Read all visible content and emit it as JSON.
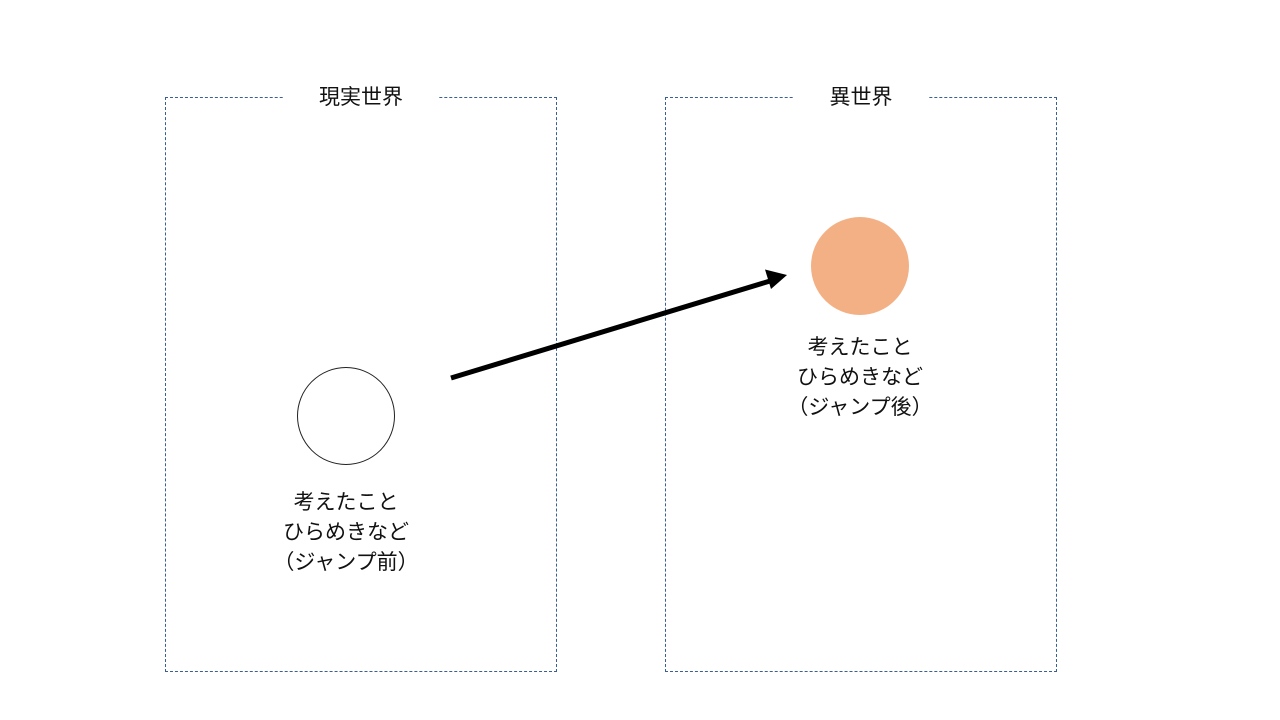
{
  "panels": {
    "real_world": {
      "title": "現実世界"
    },
    "other_world": {
      "title": "異世界"
    }
  },
  "nodes": {
    "before": {
      "line1": "考えたこと",
      "line2": "ひらめきなど",
      "line3": "（ジャンプ前）"
    },
    "after": {
      "line1": "考えたこと",
      "line2": "ひらめきなど",
      "line3": "（ジャンプ後）",
      "fill_color": "#f3b084"
    }
  },
  "colors": {
    "panel_border": "#3a5f95",
    "arrow": "#000000"
  }
}
